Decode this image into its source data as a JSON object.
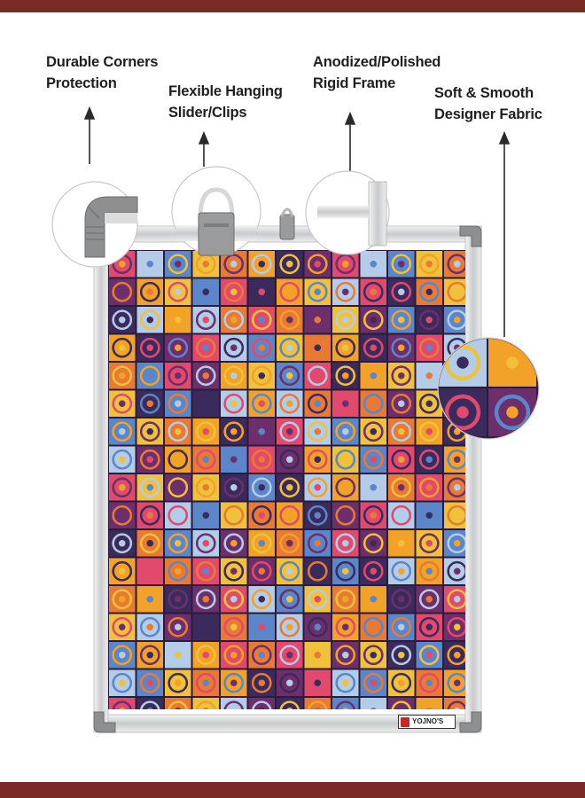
{
  "callouts": {
    "corners": {
      "line1": "Durable Corners",
      "line2": "Protection"
    },
    "clips": {
      "line1": "Flexible Hanging",
      "line2": "Slider/Clips"
    },
    "frame": {
      "line1": "Anodized/Polished",
      "line2": "Rigid Frame"
    },
    "fabric": {
      "line1": "Soft & Smooth",
      "line2": "Designer Fabric"
    }
  },
  "brand": {
    "name": "YOJNO'S"
  },
  "colors": {
    "band": "#7a2a22",
    "frame": "#d9dadb",
    "corner": "#8a8b8d",
    "tile_palette": [
      "#e24a6d",
      "#f2a227",
      "#5b86c9",
      "#6c2f6b",
      "#e87a34",
      "#b3cde8",
      "#3a2b5c",
      "#f0c13a"
    ]
  }
}
